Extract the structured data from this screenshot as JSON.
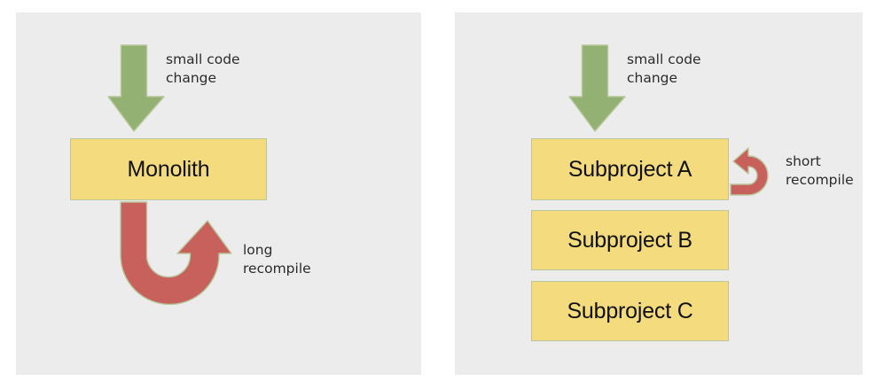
{
  "figure": {
    "title": "Monolith vs subprojects recompile comparison",
    "background_color": "#ffffff",
    "panel_color": "#ececec",
    "box_fill_color": "#f4dc7e",
    "box_border_color": "#b9c79a",
    "green_arrow_color": "#92b173",
    "green_arrow_border_color": "#b9c79a",
    "red_arrow_color": "#c8615c",
    "red_arrow_border_color": "#b9c79a",
    "text_color": "#2b2b2b"
  },
  "panels": [
    {
      "id": "monolith",
      "input_label": "small code\nchange",
      "boxes": [
        {
          "label": "Monolith"
        }
      ],
      "recompile_label": "long\nrecompile",
      "input_icon": "down-arrow-icon",
      "recompile_icon": "u-turn-arrow-icon"
    },
    {
      "id": "subprojects",
      "input_label": "small code\nchange",
      "boxes": [
        {
          "label": "Subproject A"
        },
        {
          "label": "Subproject B"
        },
        {
          "label": "Subproject C"
        }
      ],
      "recompile_label": "short\nrecompile",
      "input_icon": "down-arrow-icon",
      "recompile_icon": "curved-loop-arrow-icon"
    }
  ]
}
